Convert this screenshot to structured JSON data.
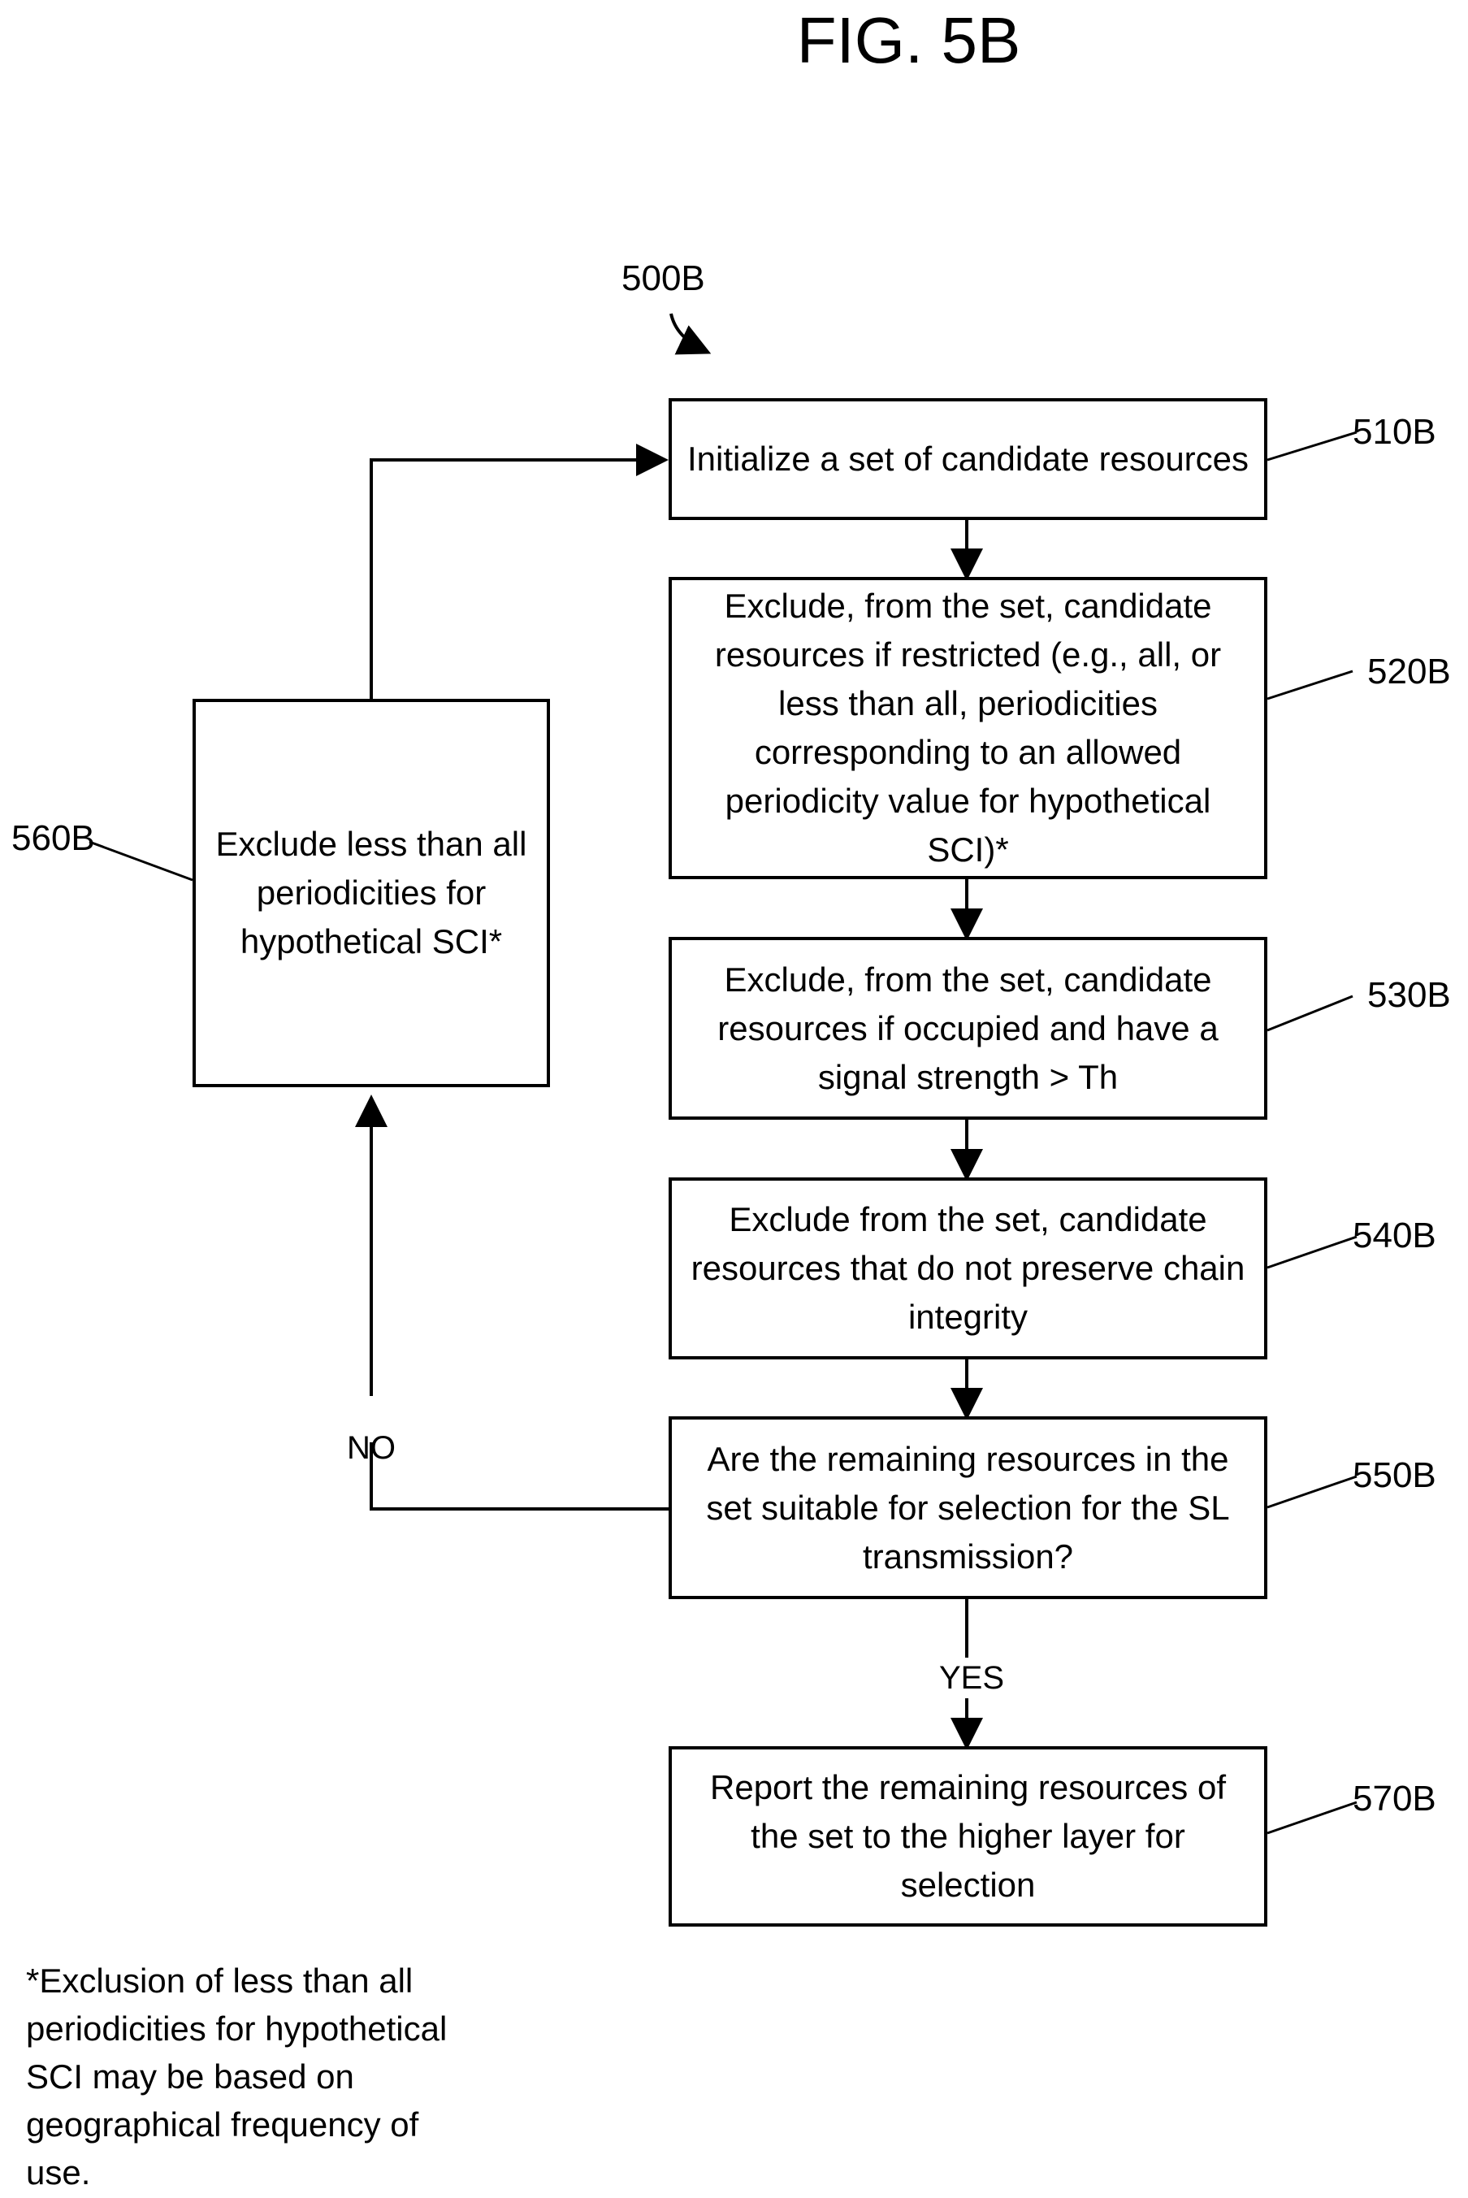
{
  "figure": {
    "title": "FIG. 5B",
    "ref": "500B"
  },
  "steps": {
    "s510": {
      "ref": "510B",
      "text": "Initialize a set of candidate resources"
    },
    "s520": {
      "ref": "520B",
      "text": "Exclude, from the set, candidate resources if restricted (e.g., all, or less than all, periodicities corresponding to an allowed periodicity value for hypothetical SCI)*"
    },
    "s530": {
      "ref": "530B",
      "text": "Exclude, from the set, candidate resources if occupied and have a signal strength > Th"
    },
    "s540": {
      "ref": "540B",
      "text": "Exclude from the set, candidate resources that do not preserve chain integrity"
    },
    "s550": {
      "ref": "550B",
      "text": "Are the remaining resources in the set suitable for selection for the SL transmission?"
    },
    "s560": {
      "ref": "560B",
      "text": "Exclude less than all periodicities for hypothetical SCI*"
    },
    "s570": {
      "ref": "570B",
      "text": "Report the remaining resources of the set to the higher layer for selection"
    }
  },
  "branches": {
    "no": "NO",
    "yes": "YES"
  },
  "footnote": "*Exclusion of less than all periodicities for hypothetical SCI may be based on geographical frequency of use."
}
